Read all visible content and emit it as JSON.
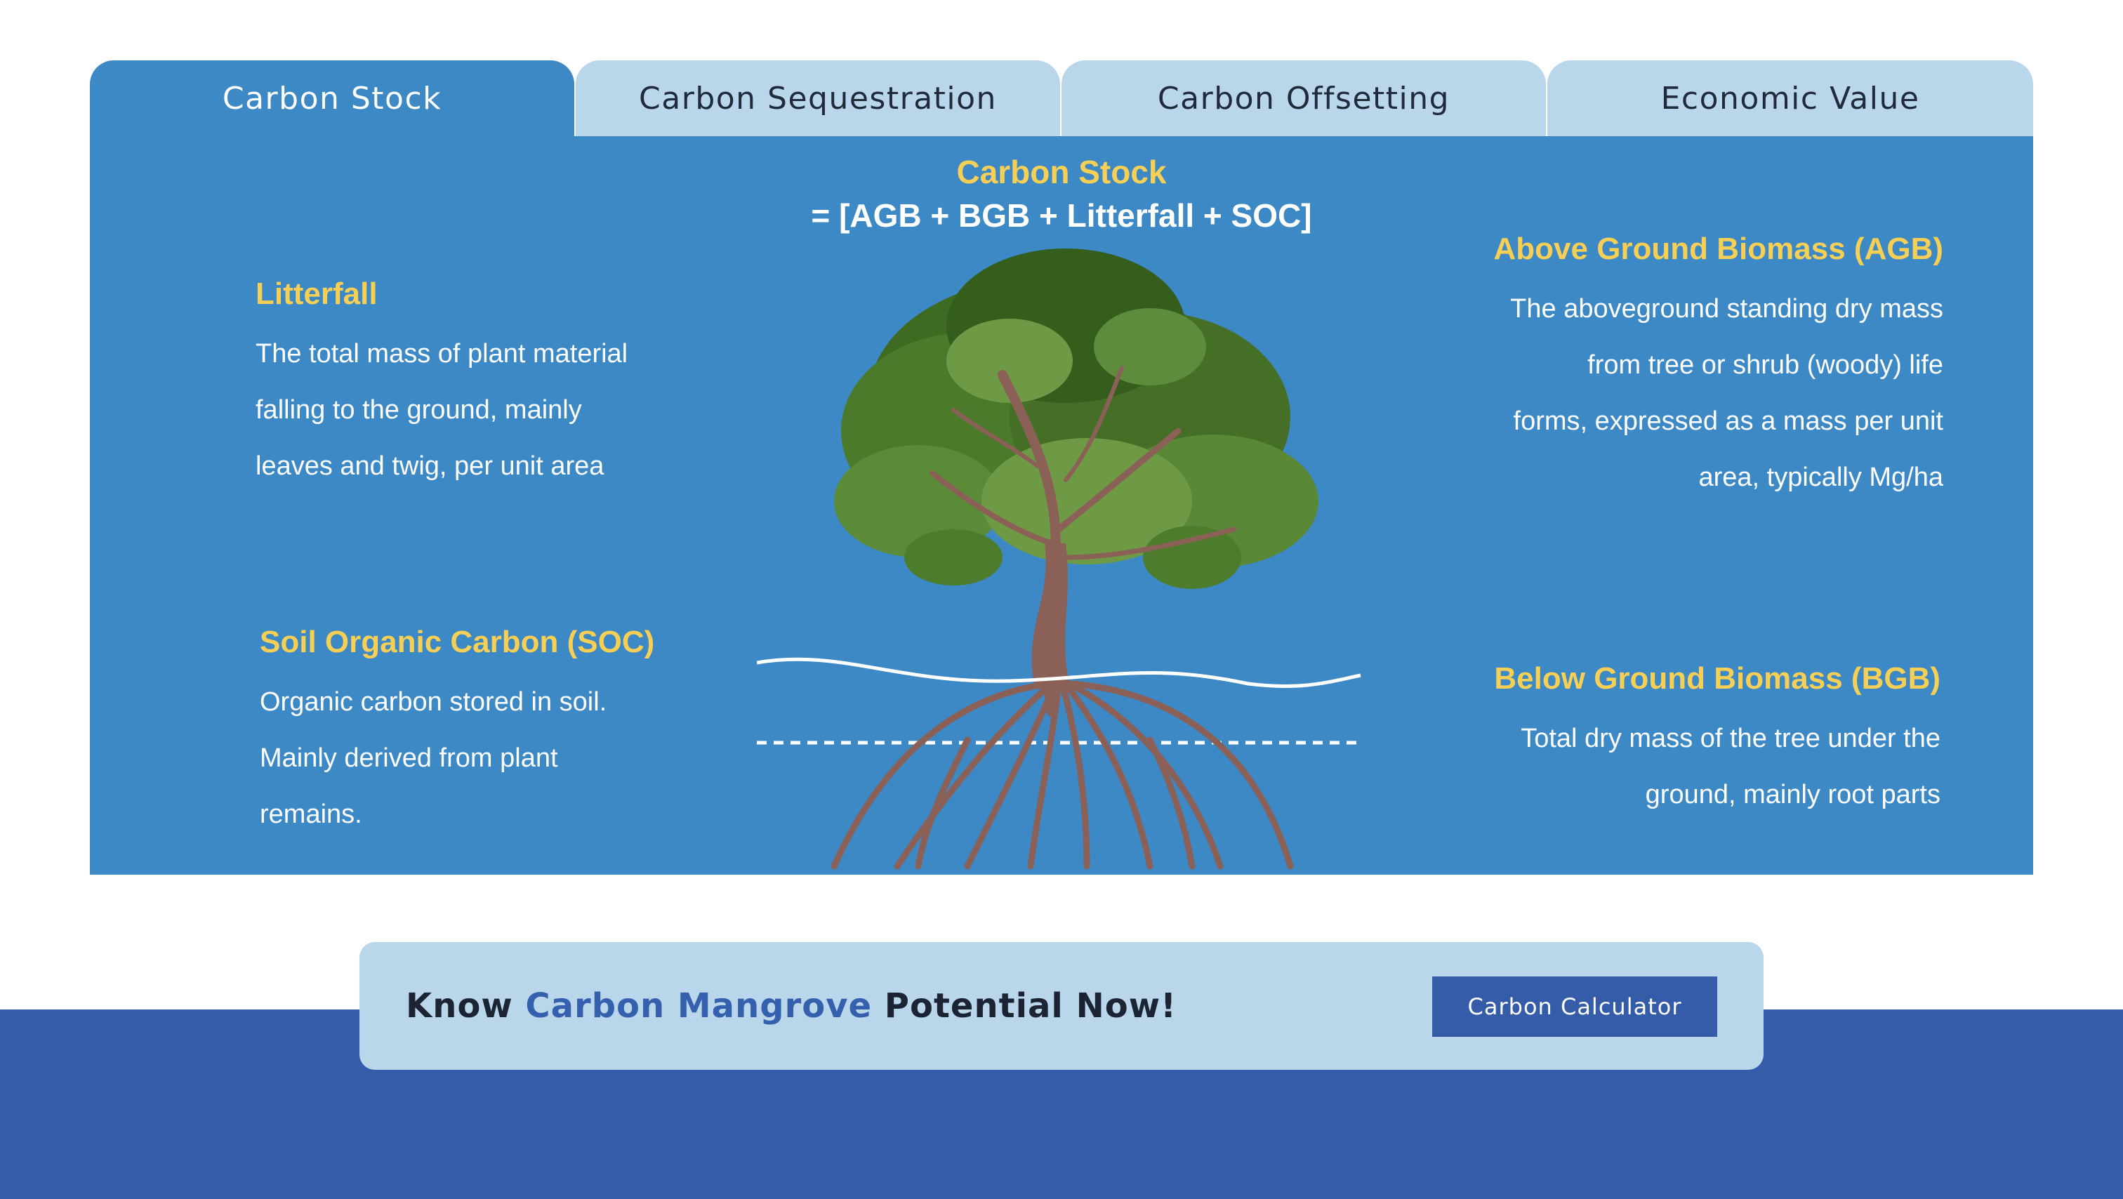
{
  "tabs": [
    {
      "label": "Carbon Stock",
      "active": true
    },
    {
      "label": "Carbon Sequestration",
      "active": false
    },
    {
      "label": "Carbon Offsetting",
      "active": false
    },
    {
      "label": "Economic Value",
      "active": false
    }
  ],
  "diagram": {
    "title": "Carbon Stock",
    "formula": "= [AGB + BGB + Litterfall + SOC]",
    "litterfall": {
      "heading": "Litterfall",
      "lines": [
        "The total mass of plant material",
        "falling to the ground, mainly",
        "leaves and twig, per unit area"
      ]
    },
    "agb": {
      "heading": "Above Ground Biomass (AGB)",
      "lines": [
        "The aboveground standing dry mass",
        "from tree or shrub (woody) life",
        "forms, expressed as a mass per unit",
        "area, typically Mg/ha"
      ]
    },
    "soc": {
      "heading": "Soil Organic Carbon (SOC)",
      "lines": [
        "Organic carbon stored in soil.",
        "Mainly derived from plant",
        "remains."
      ]
    },
    "bgb": {
      "heading": "Below Ground Biomass (BGB)",
      "lines": [
        "Total dry mass of the tree under the",
        "ground, mainly root parts"
      ]
    }
  },
  "cta": {
    "text_before": "Know ",
    "highlight": "Carbon Mangrove",
    "text_after": " Potential Now!",
    "button_label": "Carbon Calculator"
  },
  "colors": {
    "panel": "#3c89c6",
    "tab_inactive": "#b9d6ea",
    "heading_yellow": "#f7cf55",
    "brand_blue": "#345ca8"
  }
}
